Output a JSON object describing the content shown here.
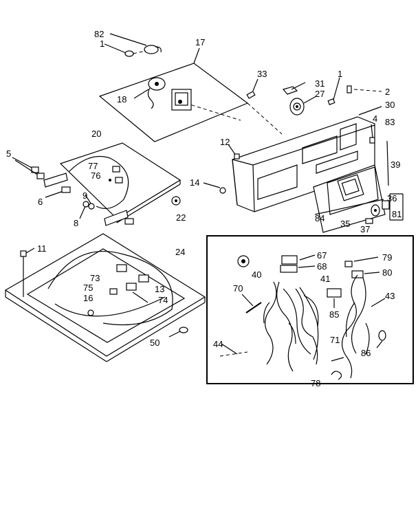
{
  "callouts": {
    "c82": "82",
    "c1a": "1",
    "c17": "17",
    "c33": "33",
    "c31": "31",
    "c27": "27",
    "c1b": "1",
    "c2": "2",
    "c30": "30",
    "c18": "18",
    "c4": "4",
    "c83": "83",
    "c20": "20",
    "c12": "12",
    "c39": "39",
    "c5": "5",
    "c77": "77",
    "c76": "76",
    "c14": "14",
    "c36": "36",
    "c6": "6",
    "c9": "9",
    "c84": "84",
    "c81": "81",
    "c8": "8",
    "c22": "22",
    "c35": "35",
    "c37": "37",
    "c11": "11",
    "c24": "24",
    "c67": "67",
    "c68": "68",
    "c79": "79",
    "c40": "40",
    "c80": "80",
    "c41": "41",
    "c70": "70",
    "c73": "73",
    "c43": "43",
    "c13": "13",
    "c75": "75",
    "c16": "16",
    "c74": "74",
    "c85": "85",
    "c50": "50",
    "c71": "71",
    "c44": "44",
    "c86": "86",
    "c78": "78"
  },
  "icons": {
    "inset_box": "wiring-harness-inset",
    "control_panel": "control-panel-console",
    "top_cover": "washer-top-cover",
    "lid": "washer-lid"
  }
}
